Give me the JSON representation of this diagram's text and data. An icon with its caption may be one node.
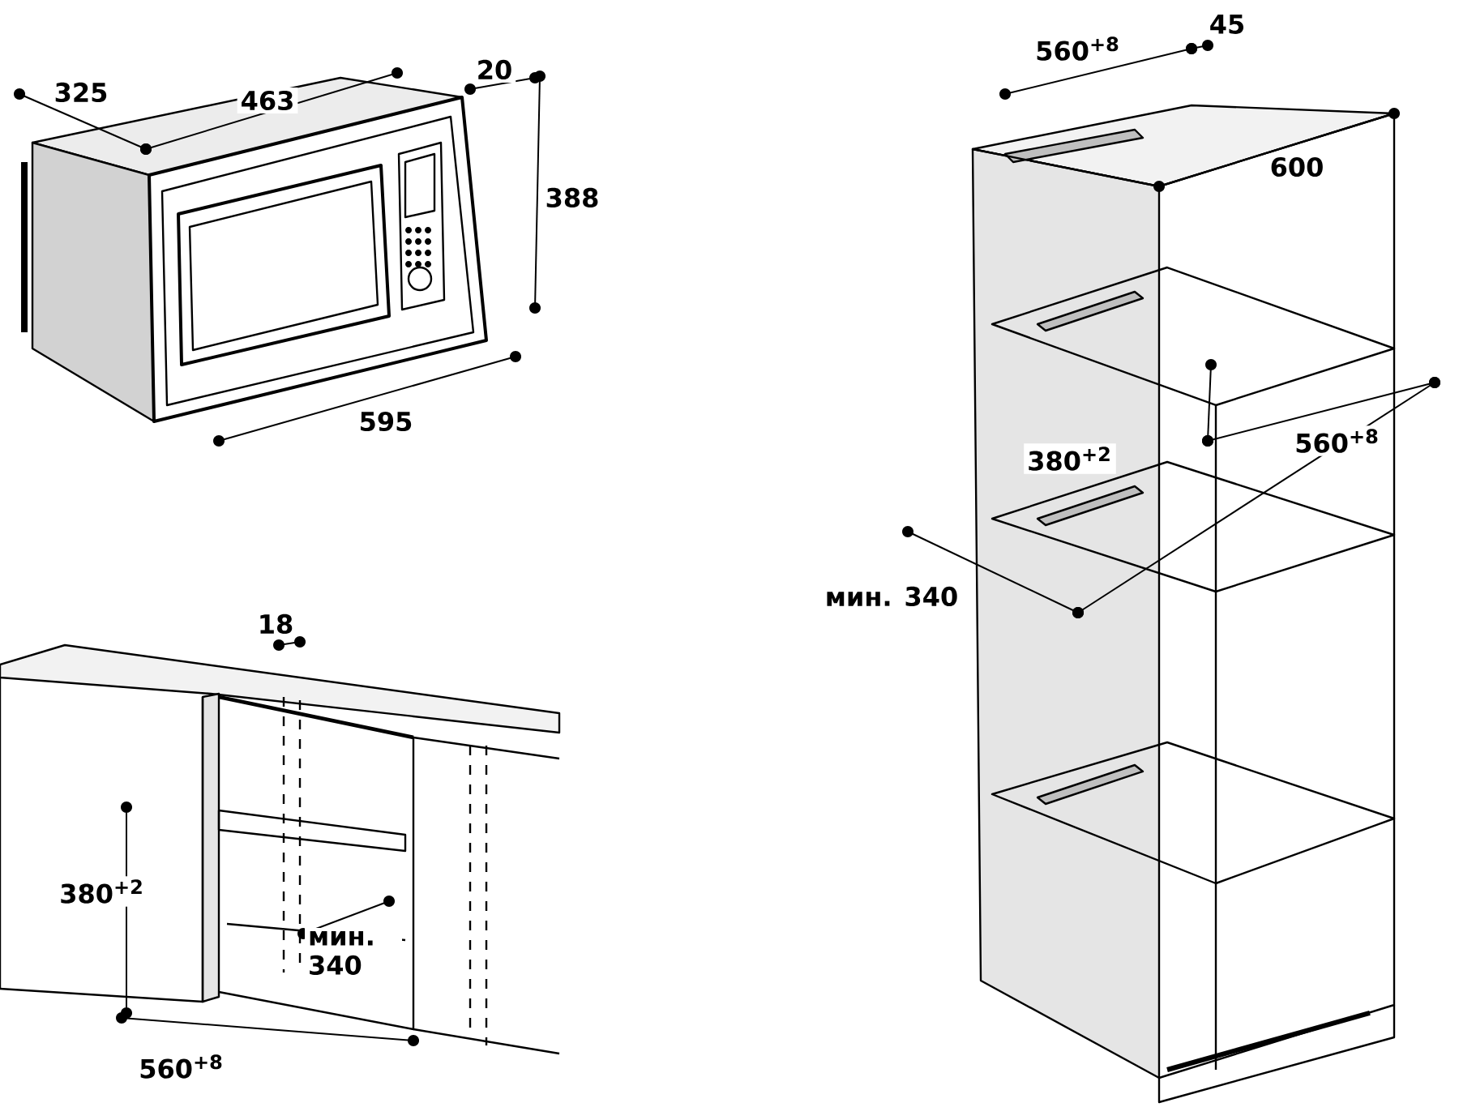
{
  "diagram": {
    "labels": [
      "325",
      "463",
      "20",
      "388",
      "595",
      "560$^{+8}$",
      "45",
      "600",
      "380$^{+2}$",
      "560$^{+8}$",
      "мин. 340",
      "18",
      "380$^{+2}$",
      "мин. 340",
      "560$^{+8}$"
    ]
  }
}
